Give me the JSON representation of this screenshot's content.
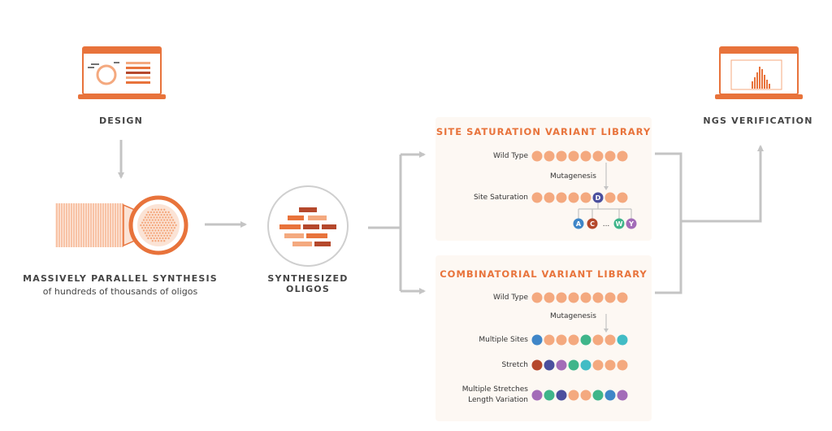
{
  "colors": {
    "accent": "#e8733b",
    "salmon": "#f4a97f",
    "brick": "#b5482c",
    "navy": "#4b4f9e",
    "purple": "#a36cb8",
    "green": "#3fb58a",
    "teal": "#42bcc5",
    "blue": "#3f86c8",
    "connector": "#c4c4c4"
  },
  "steps": {
    "design": {
      "label": "DESIGN",
      "icon": "laptop-design-icon"
    },
    "synthesis": {
      "label": "MASSIVELY PARALLEL SYNTHESIS",
      "sublabel": "of hundreds of thousands of oligos",
      "icon": "silicon-chip-icon"
    },
    "oligos": {
      "label": "SYNTHESIZED OLIGOS",
      "icon": "oligo-pool-icon"
    },
    "ngs": {
      "label": "NGS VERIFICATION",
      "icon": "laptop-histogram-icon"
    }
  },
  "site_saturation": {
    "title": "SITE SATURATION VARIANT LIBRARY",
    "wild_type_label": "Wild Type",
    "mutagenesis_label": "Mutagenesis",
    "site_saturation_label": "Site Saturation",
    "site_letter": "D",
    "variants": [
      {
        "letter": "A",
        "color": "blue"
      },
      {
        "letter": "C",
        "color": "brick"
      },
      {
        "letter": "W",
        "color": "green"
      },
      {
        "letter": "Y",
        "color": "purple"
      }
    ],
    "ellipsis": "..."
  },
  "combinatorial": {
    "title": "COMBINATORIAL VARIANT LIBRARY",
    "wild_type_label": "Wild Type",
    "mutagenesis_label": "Mutagenesis",
    "rows": [
      {
        "label": "Multiple Sites",
        "dots": [
          "blue",
          "salmon",
          "salmon",
          "salmon",
          "green",
          "salmon",
          "salmon",
          "teal"
        ]
      },
      {
        "label": "Stretch",
        "dots": [
          "brick",
          "navy",
          "purple",
          "green",
          "teal",
          "salmon",
          "salmon",
          "salmon"
        ]
      },
      {
        "label": "Multiple Stretches",
        "label2": "Length Variation",
        "dots": [
          "purple",
          "green",
          "navy",
          "salmon",
          "salmon",
          "green",
          "blue",
          "purple"
        ]
      }
    ]
  }
}
